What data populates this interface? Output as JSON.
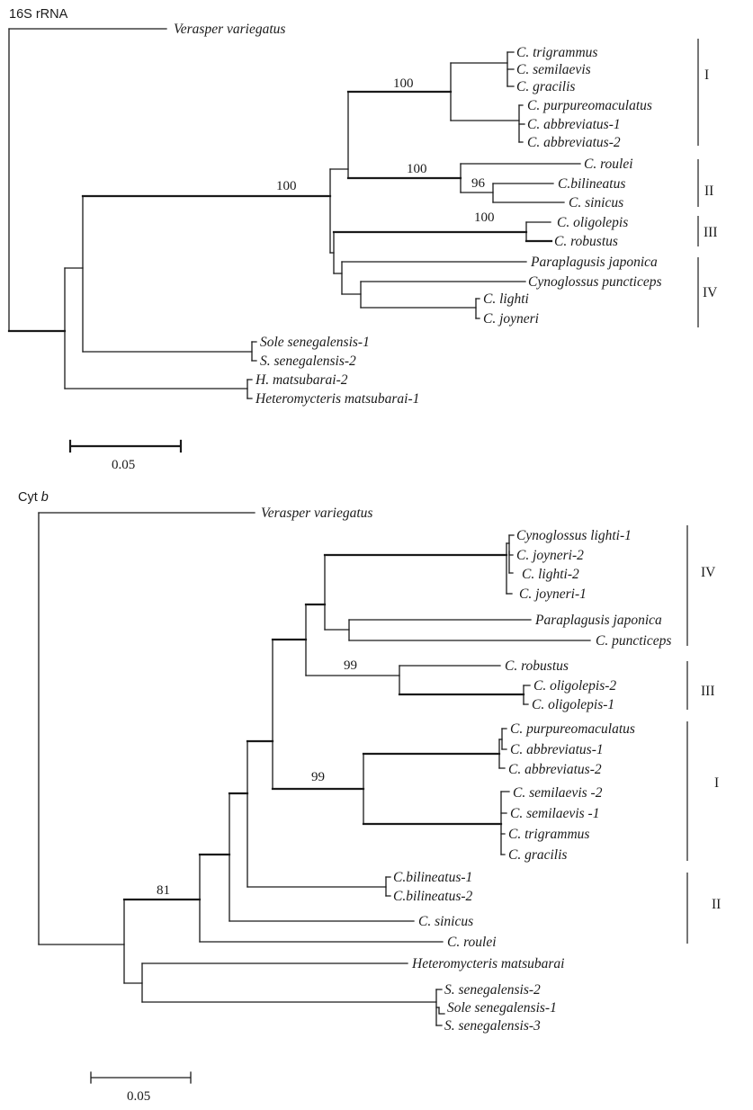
{
  "panels": [
    {
      "id": "p16s",
      "title": "16S rRNA",
      "scale_label": "0.05",
      "taxa": {
        "t_verasper": "Verasper variegatus",
        "t_trigrammus": "C. trigrammus",
        "t_semilaevis": "C. semilaevis",
        "t_gracilis": "C. gracilis",
        "t_purpureo": "C. purpureomaculatus",
        "t_abbrev1": "C. abbreviatus-1",
        "t_abbrev2": "C. abbreviatus-2",
        "t_roulei": "C. roulei",
        "t_bilineatus": "C.bilineatus",
        "t_sinicus": "C. sinicus",
        "t_oligolepis": "C. oligolepis",
        "t_robustus": "C. robustus",
        "t_paraplagusis": "Paraplagusis japonica",
        "t_puncticeps": "Cynoglossus puncticeps",
        "t_lighti": "C. lighti",
        "t_joyneri": "C. joyneri",
        "t_sole1": "Sole senegalensis-1",
        "t_sene2": "S. senegalensis-2",
        "t_hmats2": "H. matsubarai-2",
        "t_hmats1": "Heteromycteris matsubarai-1"
      },
      "bootstrap": {
        "b1": "100",
        "b2": "100",
        "b3": "100",
        "b4": "96",
        "b5": "100"
      },
      "clades": {
        "c1": "I",
        "c2": "II",
        "c3": "III",
        "c4": "IV"
      }
    },
    {
      "id": "pcyt",
      "title": "Cyt",
      "title_italic": "b",
      "scale_label": "0.05",
      "taxa": {
        "t_verasper": "Verasper variegatus",
        "t_lighti1": "Cynoglossus lighti-1",
        "t_joyneri2": "C. joyneri-2",
        "t_lighti2": "C. lighti-2",
        "t_joyneri1": "C. joyneri-1",
        "t_paraplagusis": "Paraplagusis japonica",
        "t_puncticeps": "C. puncticeps",
        "t_robustus": "C. robustus",
        "t_oligolepis2": "C. oligolepis-2",
        "t_oligolepis1": "C. oligolepis-1",
        "t_purpureo": "C. purpureomaculatus",
        "t_abbrev1": "C. abbreviatus-1",
        "t_abbrev2": "C. abbreviatus-2",
        "t_semilaevis2": "C. semilaevis -2",
        "t_semilaevis1": "C. semilaevis -1",
        "t_trigrammus": "C. trigrammus",
        "t_gracilis": "C. gracilis",
        "t_bilineatus1": "C.bilineatus-1",
        "t_bilineatus2": "C.bilineatus-2",
        "t_sinicus": "C. sinicus",
        "t_roulei": "C. roulei",
        "t_heteromycteris": "Heteromycteris matsubarai",
        "t_sene2": "S. senegalensis-2",
        "t_sole1": "Sole senegalensis-1",
        "t_sene3": "S. senegalensis-3"
      },
      "bootstrap": {
        "b1": "99",
        "b2": "99",
        "b3": "81"
      },
      "clades": {
        "c1": "IV",
        "c2": "III",
        "c3": "I",
        "c4": "II"
      }
    }
  ]
}
